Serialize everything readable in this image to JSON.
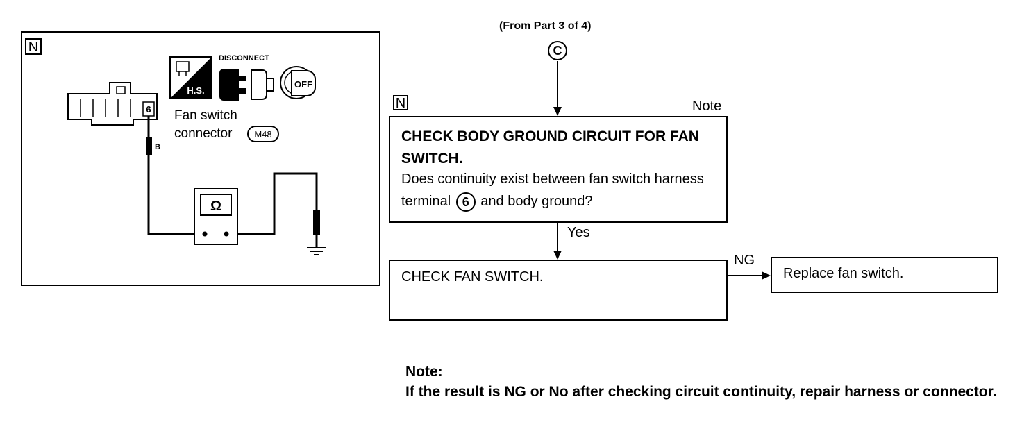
{
  "flow": {
    "from_label": "(From Part 3 of 4)",
    "connector_symbol": "C",
    "panel_badge": "N",
    "note_tag": "Note",
    "check_ground": {
      "title": "CHECK BODY GROUND CIRCUIT FOR FAN SWITCH.",
      "question_pre": "Does continuity exist between fan switch harness terminal",
      "terminal": "6",
      "question_post": "and body ground?"
    },
    "yes_label": "Yes",
    "check_switch": "CHECK FAN SWITCH.",
    "ng_label": "NG",
    "replace": "Replace fan switch."
  },
  "illustration": {
    "badge": "N",
    "disconnect_label": "DISCONNECT",
    "hs_label": "H.S.",
    "off_label": "OFF",
    "terminal_number": "6",
    "wire_color": "B",
    "connector_label_line1": "Fan switch",
    "connector_label_line2": "connector",
    "connector_code": "M48",
    "meter_symbol": "Ω"
  },
  "note": {
    "heading": "Note:",
    "text": "If the result is NG or No after checking circuit continuity, repair harness or connector."
  }
}
